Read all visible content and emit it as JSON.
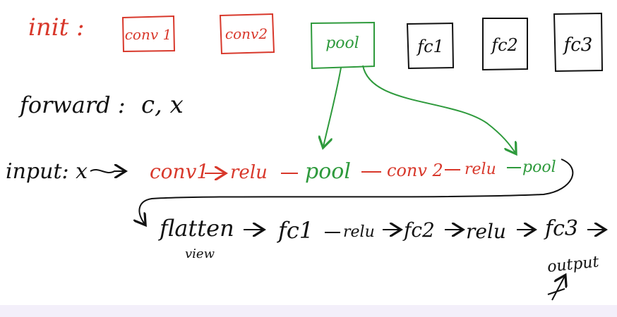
{
  "colors": {
    "red": "#d8382b",
    "green": "#2e9a3c",
    "black": "#111111",
    "bottom_bar": "#f3effa"
  },
  "init": {
    "label": "init :",
    "boxes": [
      {
        "label": "conv 1",
        "color": "red"
      },
      {
        "label": "conv2",
        "color": "red"
      },
      {
        "label": "pool",
        "color": "green"
      },
      {
        "label": "fc1",
        "color": "black"
      },
      {
        "label": "fc2",
        "color": "black"
      },
      {
        "label": "fc3",
        "color": "black"
      }
    ]
  },
  "forward": {
    "label": "forward :",
    "arg": "c, x"
  },
  "pipeline_1": {
    "input": "input: x",
    "steps": [
      "conv1",
      "relu",
      "pool",
      "conv 2",
      "relu",
      "pool"
    ]
  },
  "pipeline_2": {
    "steps": [
      "flatten",
      "fc1",
      "relu",
      "fc2",
      "relu",
      "fc3"
    ],
    "flatten_note": "view"
  },
  "output": "output"
}
